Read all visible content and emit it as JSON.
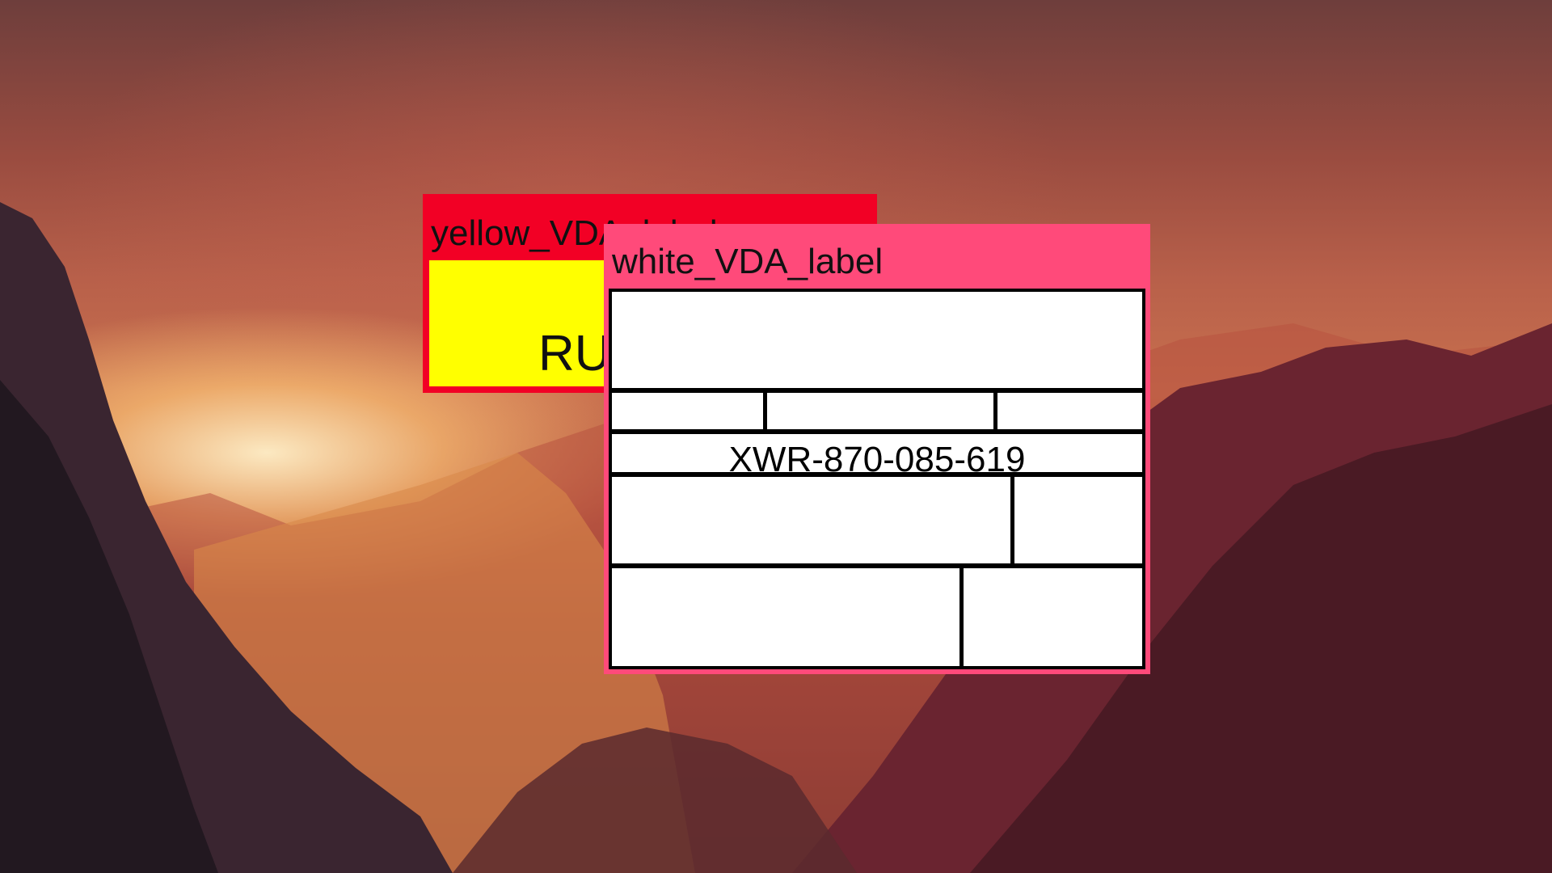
{
  "desktop": {
    "wallpaper": "sunset-mountain-valley"
  },
  "windows": [
    {
      "id": "yellow",
      "title": "yellow_VDA_label",
      "frame_color": "#f20025",
      "body_color": "#ffff00",
      "body_text": "RU"
    },
    {
      "id": "white",
      "title": "white_VDA_label",
      "frame_color": "#ff4a7a",
      "body_color": "#ffffff",
      "serial": "XWR-870-085-619"
    }
  ]
}
